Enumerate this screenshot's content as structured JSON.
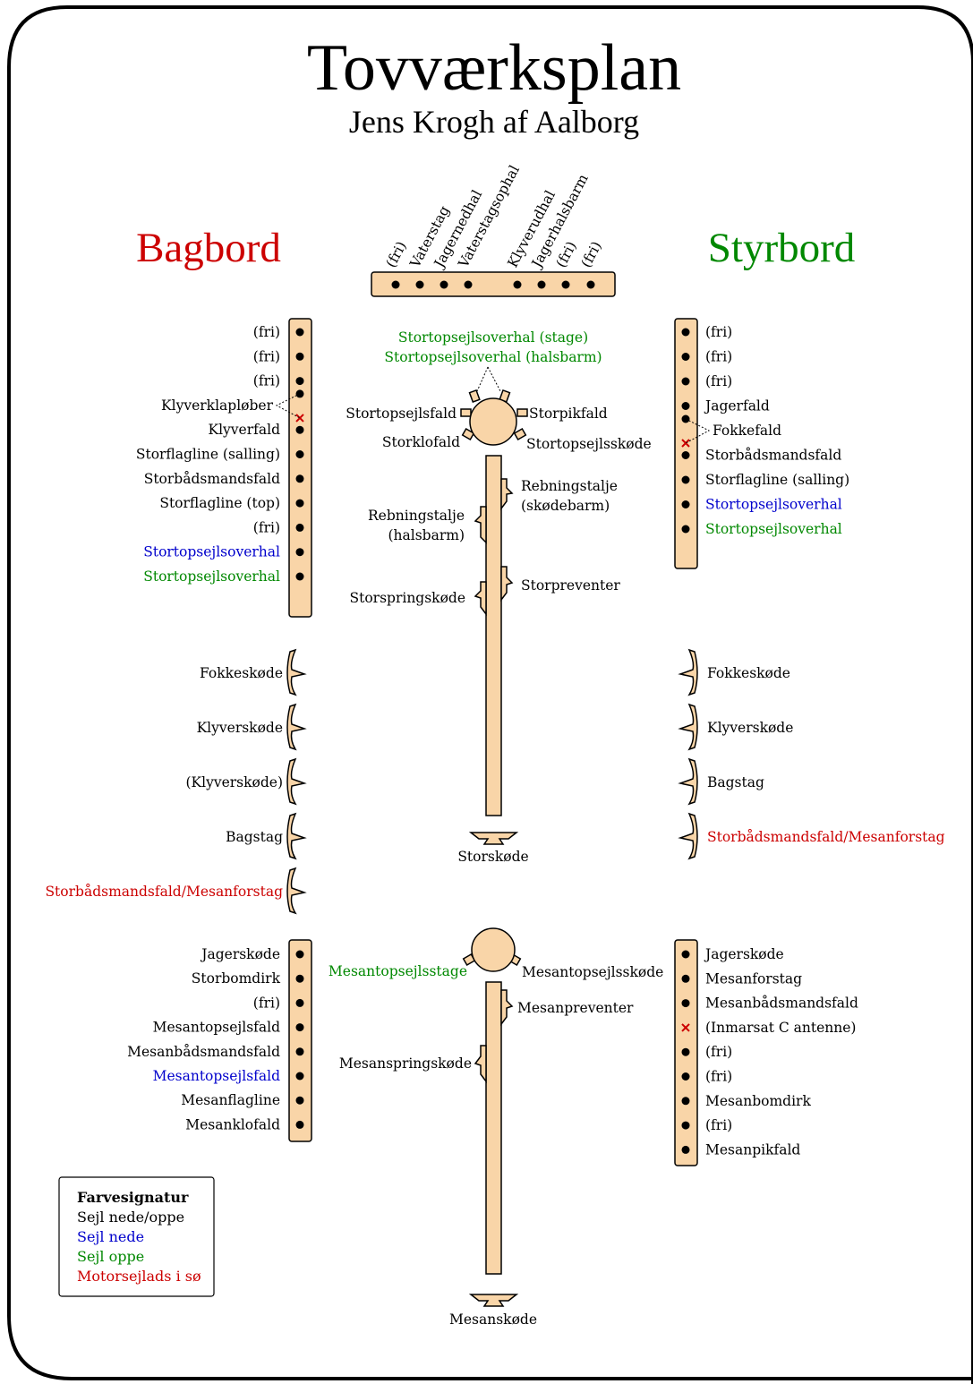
{
  "title": "Tovværksplan",
  "subtitle": "Jens Krogh af Aalborg",
  "port_label": "Bagbord",
  "starboard_label": "Styrbord",
  "colors": {
    "default": "#000000",
    "blue": "#0000cc",
    "green": "#008800",
    "red": "#cc0000",
    "wood": "#f9d5a8"
  },
  "top_rail": {
    "left_group": [
      "(fri)",
      "Vaterstag",
      "Jagernedhal",
      "Vaterstagsophal"
    ],
    "right_group": [
      "Klyverudhal",
      "Jagerhalsbarm",
      "(fri)",
      "(fri)"
    ]
  },
  "port_fore_rail": [
    {
      "label": "(fri)",
      "color": "default",
      "mark": "pin"
    },
    {
      "label": "(fri)",
      "color": "default",
      "mark": "pin"
    },
    {
      "label": "(fri)",
      "color": "default",
      "mark": "pin"
    },
    {
      "label": "Klyverklapløber",
      "color": "default",
      "mark": "pin",
      "split": true
    },
    {
      "label": "Klyverfald",
      "color": "default",
      "mark": "pin"
    },
    {
      "label": "Storflagline (salling)",
      "color": "default",
      "mark": "pin"
    },
    {
      "label": "Storbådsmandsfald",
      "color": "default",
      "mark": "pin"
    },
    {
      "label": "Storflagline (top)",
      "color": "default",
      "mark": "pin"
    },
    {
      "label": "(fri)",
      "color": "default",
      "mark": "pin"
    },
    {
      "label": "Stortopsejlsoverhal",
      "color": "blue",
      "mark": "pin"
    },
    {
      "label": "Stortopsejlsoverhal",
      "color": "green",
      "mark": "pin"
    }
  ],
  "stbd_fore_rail": [
    {
      "label": "(fri)",
      "color": "default",
      "mark": "pin"
    },
    {
      "label": "(fri)",
      "color": "default",
      "mark": "pin"
    },
    {
      "label": "(fri)",
      "color": "default",
      "mark": "pin"
    },
    {
      "label": "Jagerfald",
      "color": "default",
      "mark": "pin"
    },
    {
      "label": "Fokkefald",
      "color": "default",
      "mark": "pin",
      "split": true
    },
    {
      "label": "Storbådsmandsfald",
      "color": "default",
      "mark": "pin"
    },
    {
      "label": "Storflagline (salling)",
      "color": "default",
      "mark": "pin"
    },
    {
      "label": "Stortopsejlsoverhal",
      "color": "blue",
      "mark": "pin"
    },
    {
      "label": "Stortopsejlsoverhal",
      "color": "green",
      "mark": "pin"
    }
  ],
  "port_cleats": [
    {
      "label": "Fokkeskøde",
      "color": "default"
    },
    {
      "label": "Klyverskøde",
      "color": "default"
    },
    {
      "label": "(Klyverskøde)",
      "color": "default"
    },
    {
      "label": "Bagstag",
      "color": "default"
    },
    {
      "label": "Storbådsmandsfald/Mesanforstag",
      "color": "red"
    }
  ],
  "stbd_cleats": [
    {
      "label": "Fokkeskøde",
      "color": "default"
    },
    {
      "label": "Klyverskøde",
      "color": "default"
    },
    {
      "label": "Bagstag",
      "color": "default"
    },
    {
      "label": "Storbådsmandsfald/Mesanforstag",
      "color": "red"
    }
  ],
  "mainmast": {
    "overhal_stage": "Stortopsejlsoverhal (stage)",
    "overhal_halsbarm": "Stortopsejlsoverhal (halsbarm)",
    "topsejlsfald": "Stortopsejlsfald",
    "pikfald": "Storpikfald",
    "klofald": "Storklofald",
    "topsejlsskode": "Stortopsejlsskøde",
    "rebning_skodebarm": [
      "Rebningstalje",
      "(skødebarm)"
    ],
    "rebning_halsbarm": [
      "Rebningstalje",
      "(halsbarm)"
    ],
    "preventer": "Storpreventer",
    "springskode": "Storspringskøde",
    "skode": "Storskøde"
  },
  "port_aft_rail": [
    {
      "label": "Jagerskøde",
      "color": "default",
      "mark": "pin"
    },
    {
      "label": "Storbomdirk",
      "color": "default",
      "mark": "pin"
    },
    {
      "label": "(fri)",
      "color": "default",
      "mark": "pin"
    },
    {
      "label": "Mesantopsejlsfald",
      "color": "default",
      "mark": "pin"
    },
    {
      "label": "Mesanbådsmandsfald",
      "color": "default",
      "mark": "pin"
    },
    {
      "label": "Mesantopsejlsfald",
      "color": "blue",
      "mark": "pin"
    },
    {
      "label": "Mesanflagline",
      "color": "default",
      "mark": "pin"
    },
    {
      "label": "Mesanklofald",
      "color": "default",
      "mark": "pin"
    }
  ],
  "stbd_aft_rail": [
    {
      "label": "Jagerskøde",
      "color": "default",
      "mark": "pin"
    },
    {
      "label": "Mesanforstag",
      "color": "default",
      "mark": "pin"
    },
    {
      "label": "Mesanbådsmandsfald",
      "color": "default",
      "mark": "pin"
    },
    {
      "label": "(Inmarsat C antenne)",
      "color": "default",
      "mark": "x"
    },
    {
      "label": "(fri)",
      "color": "default",
      "mark": "pin"
    },
    {
      "label": "(fri)",
      "color": "default",
      "mark": "pin"
    },
    {
      "label": "Mesanbomdirk",
      "color": "default",
      "mark": "pin"
    },
    {
      "label": "(fri)",
      "color": "default",
      "mark": "pin"
    },
    {
      "label": "Mesanpikfald",
      "color": "default",
      "mark": "pin"
    }
  ],
  "mizzenmast": {
    "topsejlsstage": "Mesantopsejlsstage",
    "topsejlsskode": "Mesantopsejlsskøde",
    "preventer": "Mesanpreventer",
    "springskode": "Mesanspringskøde",
    "skode": "Mesanskøde"
  },
  "legend": {
    "title": "Farvesignatur",
    "items": [
      {
        "label": "Sejl nede/oppe",
        "color": "default"
      },
      {
        "label": "Sejl nede",
        "color": "blue"
      },
      {
        "label": "Sejl oppe",
        "color": "green"
      },
      {
        "label": "Motorsejlads i sø",
        "color": "red"
      }
    ]
  }
}
